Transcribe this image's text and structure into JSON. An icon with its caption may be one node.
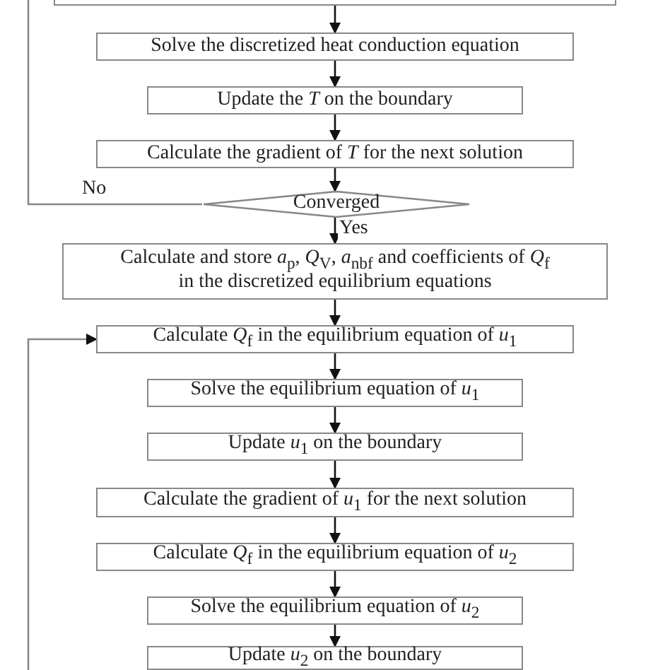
{
  "diagram": {
    "nodes": [
      {
        "text": [],
        "shape": "box"
      },
      {
        "text": [
          "Solve the discretized heat conduction equation"
        ]
      },
      {
        "text": [
          "Update the *T* on the boundary"
        ]
      },
      {
        "text": [
          "Calculate the gradient of *T* for the next solution"
        ]
      },
      {
        "text": [
          "Converged"
        ]
      },
      {
        "text": [
          "Calculate and store *a*$_{p}$, *Q*$_{V}$, *a*$_{nbf}$ and coefficients of *Q*$_{f}$ in the discretized equilibrium equations"
        ]
      },
      {
        "text": [
          "Calculate *Q*$_{f}$ in the equilibrium equation  of *u*$_{1}$"
        ]
      },
      {
        "text": [
          "Solve the equilibrium equation of *u*$_{1}$"
        ]
      },
      {
        "text": [
          "Update *u*$_{1}$ on the boundary"
        ]
      },
      {
        "text": [
          "Calculate the gradient of *u*$_{1}$ for the next solution"
        ]
      },
      {
        "text": [
          "Calculate *Q*$_{f}$ in the equilibrium equation of *u*$_{2}$"
        ]
      },
      {
        "text": [
          "Solve the equilibrium equation of *u*$_{2}$"
        ]
      },
      {
        "text": [
          "Update *u*$_{2}$ on the boundary"
        ]
      }
    ],
    "edges": [
      {
        "from": 0,
        "to": 1,
        "arrow": "to"
      },
      {
        "from": 1,
        "to": 2,
        "arrow": "to"
      },
      {
        "from": 2,
        "to": 3,
        "arrow": "to"
      },
      {
        "from": 3,
        "to": 4,
        "arrow": "to"
      },
      {
        "from": 4,
        "to": 5,
        "arrow": "to",
        "label": "Yes"
      },
      {
        "from": 4,
        "to": null,
        "arrow": "none",
        "label": "No",
        "color": "#888888"
      },
      {
        "from": 5,
        "to": 6,
        "arrow": "to"
      },
      {
        "from": null,
        "to": 6,
        "arrow": "to",
        "color": "#888888"
      },
      {
        "from": 6,
        "to": 7,
        "arrow": "to"
      },
      {
        "from": 7,
        "to": 8,
        "arrow": "to"
      },
      {
        "from": 8,
        "to": 9,
        "arrow": "to"
      },
      {
        "from": 9,
        "to": 10,
        "arrow": "to"
      },
      {
        "from": 10,
        "to": 11,
        "arrow": "to"
      },
      {
        "from": 11,
        "to": 12,
        "arrow": "to"
      }
    ]
  }
}
